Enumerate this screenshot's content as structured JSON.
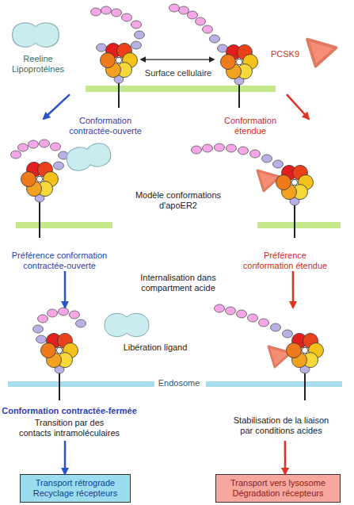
{
  "diagram": {
    "nodes": [
      {
        "text": [
          "Conformation contractée-ouverte"
        ]
      },
      {
        "text": [
          "Conformation étendue"
        ]
      },
      {
        "text": [
          "Préférence conformation contractée-ouverte"
        ]
      },
      {
        "text": [
          "Préférence conformation étendue"
        ]
      },
      {
        "text": [
          "Conformation contractée-fermée",
          "Transition par des contacts intramoléculaires"
        ]
      },
      {
        "text": [
          "Stabilisation de la liaison par conditions acides"
        ]
      },
      {
        "text": [
          "Transport rétrograde Recyclage récepteurs"
        ]
      },
      {
        "text": [
          "Transport vers lysosome Dégradation récepteurs"
        ]
      }
    ],
    "edges": [
      {
        "from": 0,
        "to": 1,
        "arrow": "both"
      },
      {
        "from": 0,
        "to": 2,
        "arrow": "to"
      },
      {
        "from": 1,
        "to": 3,
        "arrow": "to"
      },
      {
        "from": 2,
        "to": 4,
        "arrow": "to"
      },
      {
        "from": 3,
        "to": 5,
        "arrow": "to"
      },
      {
        "from": 4,
        "to": 6,
        "arrow": "to"
      },
      {
        "from": 5,
        "to": 7,
        "arrow": "to"
      }
    ],
    "labels": [
      "Reeline Lipoprotéines",
      "PCSK9",
      "Surface cellulaire",
      "Modèle conformations d'apoER2",
      "Internalisation dans compartment acide",
      "Libération ligand",
      "Endosome"
    ]
  }
}
